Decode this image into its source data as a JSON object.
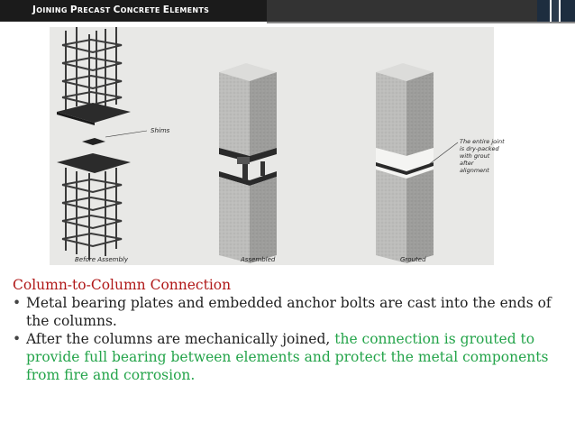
{
  "header": {
    "title_parts": [
      "J",
      "OINING ",
      "P",
      "RECAST ",
      "C",
      "ONCRETE ",
      "E",
      "LEMENTS"
    ]
  },
  "figure": {
    "labels": {
      "shims": "Shims",
      "before": "Before Assembly",
      "assembled": "Assembled",
      "grouted": "Grouted"
    },
    "callout": "The entire joint is dry-packed with grout after alignment"
  },
  "content": {
    "heading": "Column-to-Column Connection",
    "bullets": [
      {
        "text": "Metal bearing plates and embedded anchor bolts are cast into the ends of the columns.",
        "highlight": ""
      },
      {
        "text": "After the columns are mechanically joined, ",
        "highlight": "the connection is grouted to provide full bearing between elements and protect the metal components from fire and corrosion."
      }
    ],
    "bullet_glyph": "•"
  },
  "colors": {
    "heading": "#b01818",
    "highlight": "#24a44a",
    "title_bar": "#1b1b1b"
  }
}
